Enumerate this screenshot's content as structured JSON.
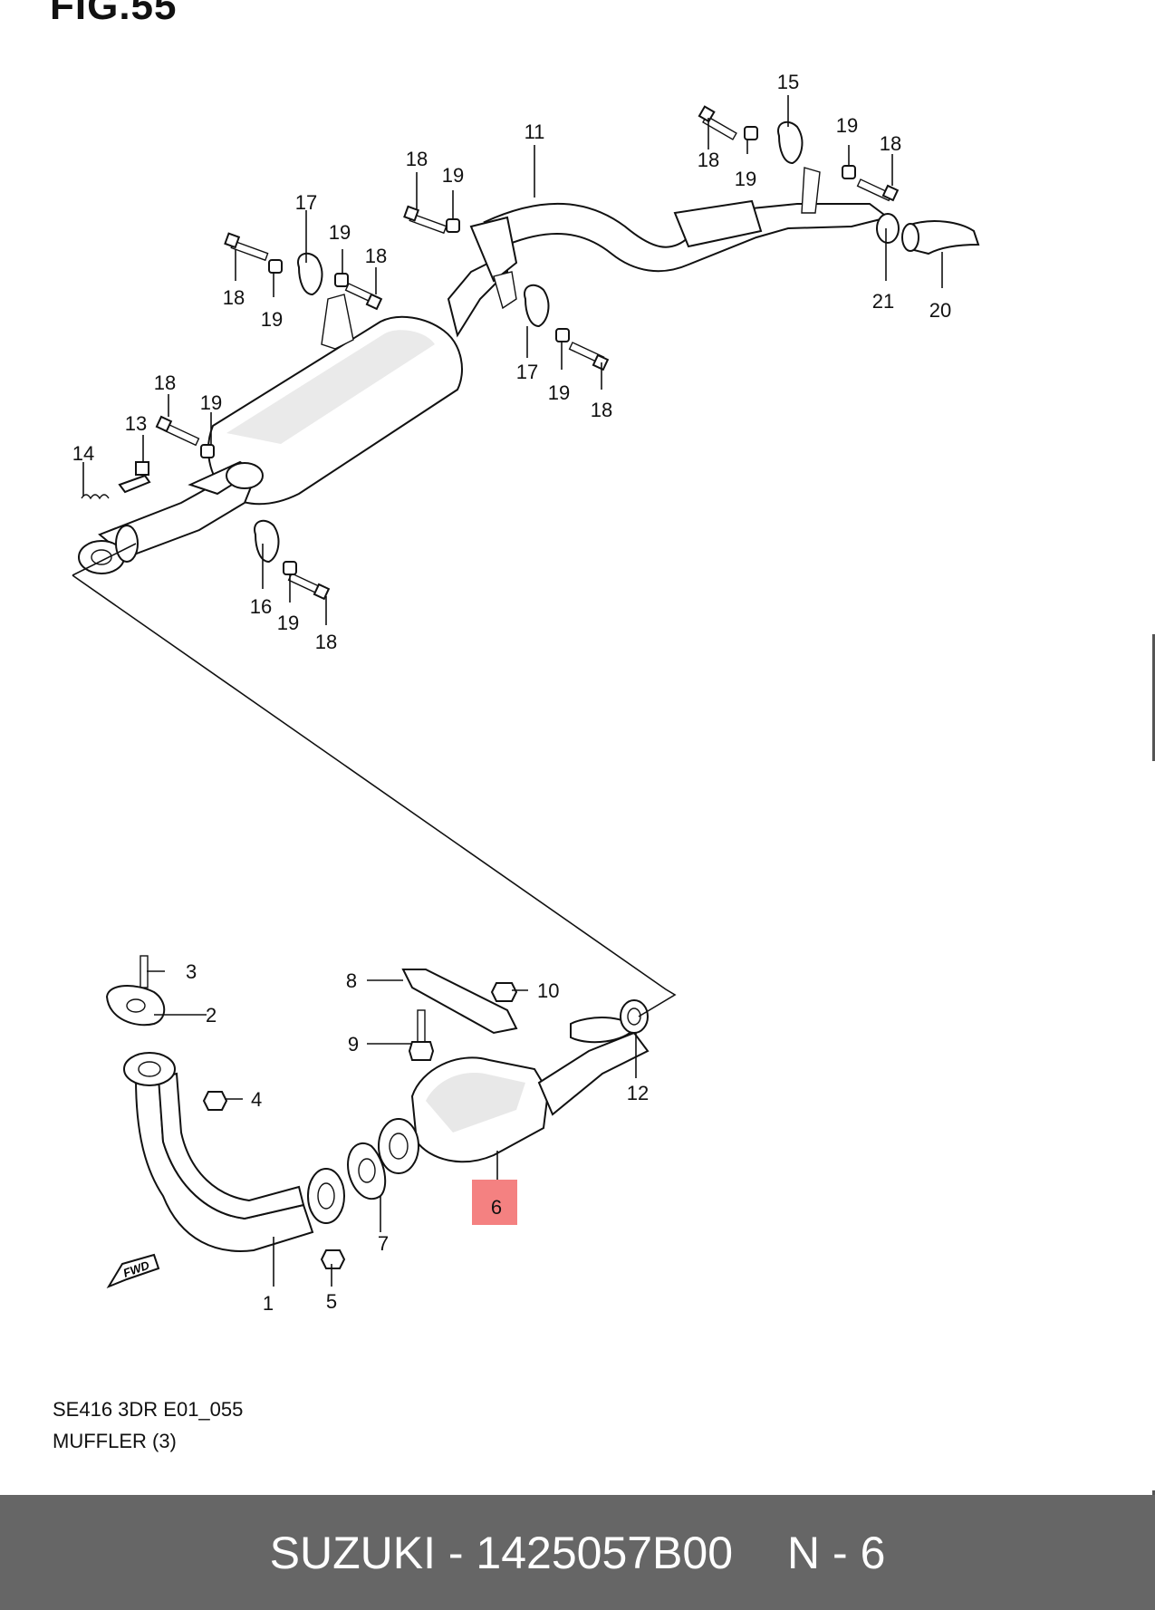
{
  "figure": {
    "title": "FIG.55"
  },
  "caption": {
    "model": "SE416 3DR E01_055",
    "name": "MUFFLER (3)"
  },
  "footer": {
    "brand": "SUZUKI",
    "part_number": "1425057B00",
    "ref": "N - 6",
    "separator": " - "
  },
  "highlighted_callout": "6",
  "fwd_label": "FWD",
  "callouts": {
    "c1": "1",
    "c2": "2",
    "c3": "3",
    "c4": "4",
    "c5": "5",
    "c6": "6",
    "c7": "7",
    "c8": "8",
    "c9": "9",
    "c10": "10",
    "c11": "11",
    "c12": "12",
    "c13": "13",
    "c14": "14",
    "c15": "15",
    "c16": "16",
    "c17a": "17",
    "c17b": "17",
    "c18a": "18",
    "c18b": "18",
    "c18c": "18",
    "c18d": "18",
    "c18e": "18",
    "c18f": "18",
    "c18g": "18",
    "c18h": "18",
    "c19a": "19",
    "c19b": "19",
    "c19c": "19",
    "c19d": "19",
    "c19e": "19",
    "c19f": "19",
    "c19g": "19",
    "c19h": "19",
    "c20": "20",
    "c21": "21"
  }
}
